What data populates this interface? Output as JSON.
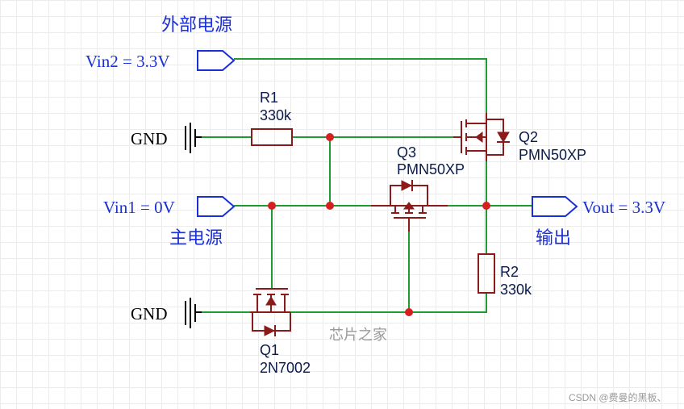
{
  "labels": {
    "external_power": "外部电源",
    "main_power": "主电源",
    "output": "输出",
    "watermark": "芯片之家",
    "footer": "CSDN @费曼的黑板、"
  },
  "nets": {
    "vin2": "Vin2 = 3.3V",
    "vin1": "Vin1 = 0V",
    "vout": "Vout = 3.3V",
    "gnd_top": "GND",
    "gnd_bottom": "GND"
  },
  "components": {
    "r1": {
      "ref": "R1",
      "value": "330k"
    },
    "r2": {
      "ref": "R2",
      "value": "330k"
    },
    "q1": {
      "ref": "Q1",
      "value": "2N7002"
    },
    "q2": {
      "ref": "Q2",
      "value": "PMN50XP"
    },
    "q3": {
      "ref": "Q3",
      "value": "PMN50XP"
    }
  },
  "colors": {
    "wire": "#1f9b32",
    "component": "#8b1a1a",
    "junction": "#d62020",
    "net_label": "#1b2fd6"
  }
}
